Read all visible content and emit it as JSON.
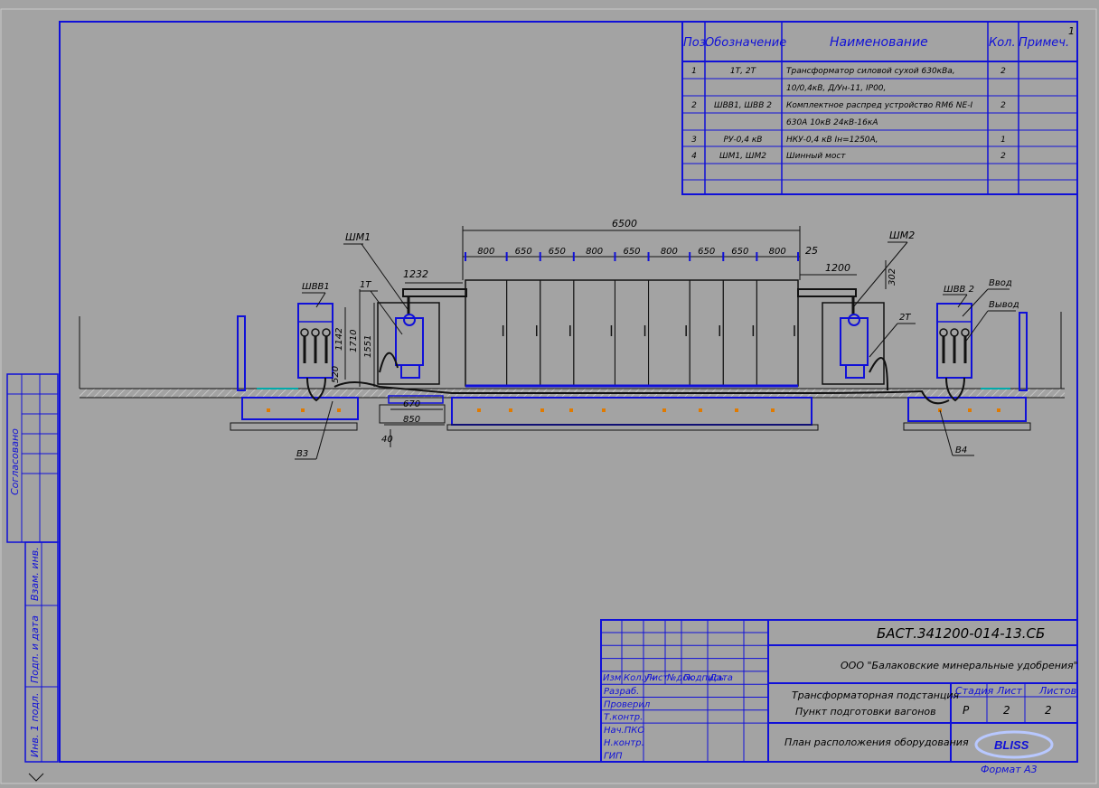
{
  "spec_table": {
    "page_number": "1",
    "headers": {
      "pos": "Поз.",
      "designation": "Обозначение",
      "name": "Наименование",
      "qty": "Кол.",
      "note": "Примеч."
    },
    "rows": [
      {
        "pos": "1",
        "designation": "1Т, 2Т",
        "name": "Трансформатор силовой сухой 630кВа,",
        "qty": "2"
      },
      {
        "pos": "",
        "designation": "",
        "name": "10/0,4кВ, Д/Ун-11, IP00,",
        "qty": ""
      },
      {
        "pos": "2",
        "designation": "ШВВ1, ШВВ 2",
        "name": "Комплектное распред устройство RM6 NE-I",
        "qty": "2"
      },
      {
        "pos": "",
        "designation": "",
        "name": "630А 10кВ 24кВ-16кА",
        "qty": ""
      },
      {
        "pos": "3",
        "designation": "РУ-0,4 кВ",
        "name": "НКУ-0,4 кВ Iн=1250А,",
        "qty": "1"
      },
      {
        "pos": "4",
        "designation": "ШМ1, ШМ2",
        "name": "Шинный мост",
        "qty": "2"
      }
    ]
  },
  "drawing": {
    "labels": {
      "shm1": "ШМ1",
      "shm2": "ШМ2",
      "shvv1": "ШВВ1",
      "shvv2": "ШВВ 2",
      "t1": "1Т",
      "t2": "2Т",
      "vvod": "Ввод",
      "vyvod": "Вывод",
      "v3": "В3",
      "v4": "В4"
    },
    "dims": {
      "total": "6500",
      "panels": [
        "800",
        "650",
        "650",
        "800",
        "650",
        "800",
        "650",
        "650",
        "800"
      ],
      "gap": "25",
      "left_width": "1232",
      "right_width": "1200",
      "right_height": "302",
      "h1142": "1142",
      "h1710": "1710",
      "h1551": "1551",
      "h520": "520",
      "w670": "670",
      "w850": "850",
      "w40": "40"
    }
  },
  "left_strip": {
    "agreed": "Согласовано",
    "inv_zam": "Взам. инв.",
    "podp_data": "Подп. и дата",
    "inv_podl": "Инв. 1 подл."
  },
  "title_block": {
    "code": "БАСТ.341200-014-13.СБ",
    "company": "ООО \"Балаковские минеральные удобрения\"",
    "object_line1": "Трансформаторная подстанция",
    "object_line2": "Пункт подготовки вагонов",
    "sheet_title": "План расположения оборудования",
    "cols": [
      "Изм",
      "Кол.уч",
      "Лист",
      "№док",
      "Подпись",
      "Дата"
    ],
    "roles": [
      "Разраб.",
      "Проверил",
      "Т.контр.",
      "Нач.ПКО",
      "Н.контр.",
      "ГИП"
    ],
    "stage_label": "Стадия",
    "sheet_label": "Лист",
    "sheets_label": "Листов",
    "stage": "Р",
    "sheet": "2",
    "sheets": "2",
    "logo": "BLISS",
    "format": "Формат А3"
  },
  "colors": {
    "background": "#a3a3a3",
    "equipment": "#1010d8",
    "lines": "#111111",
    "hatch": "#d8d8d8"
  }
}
